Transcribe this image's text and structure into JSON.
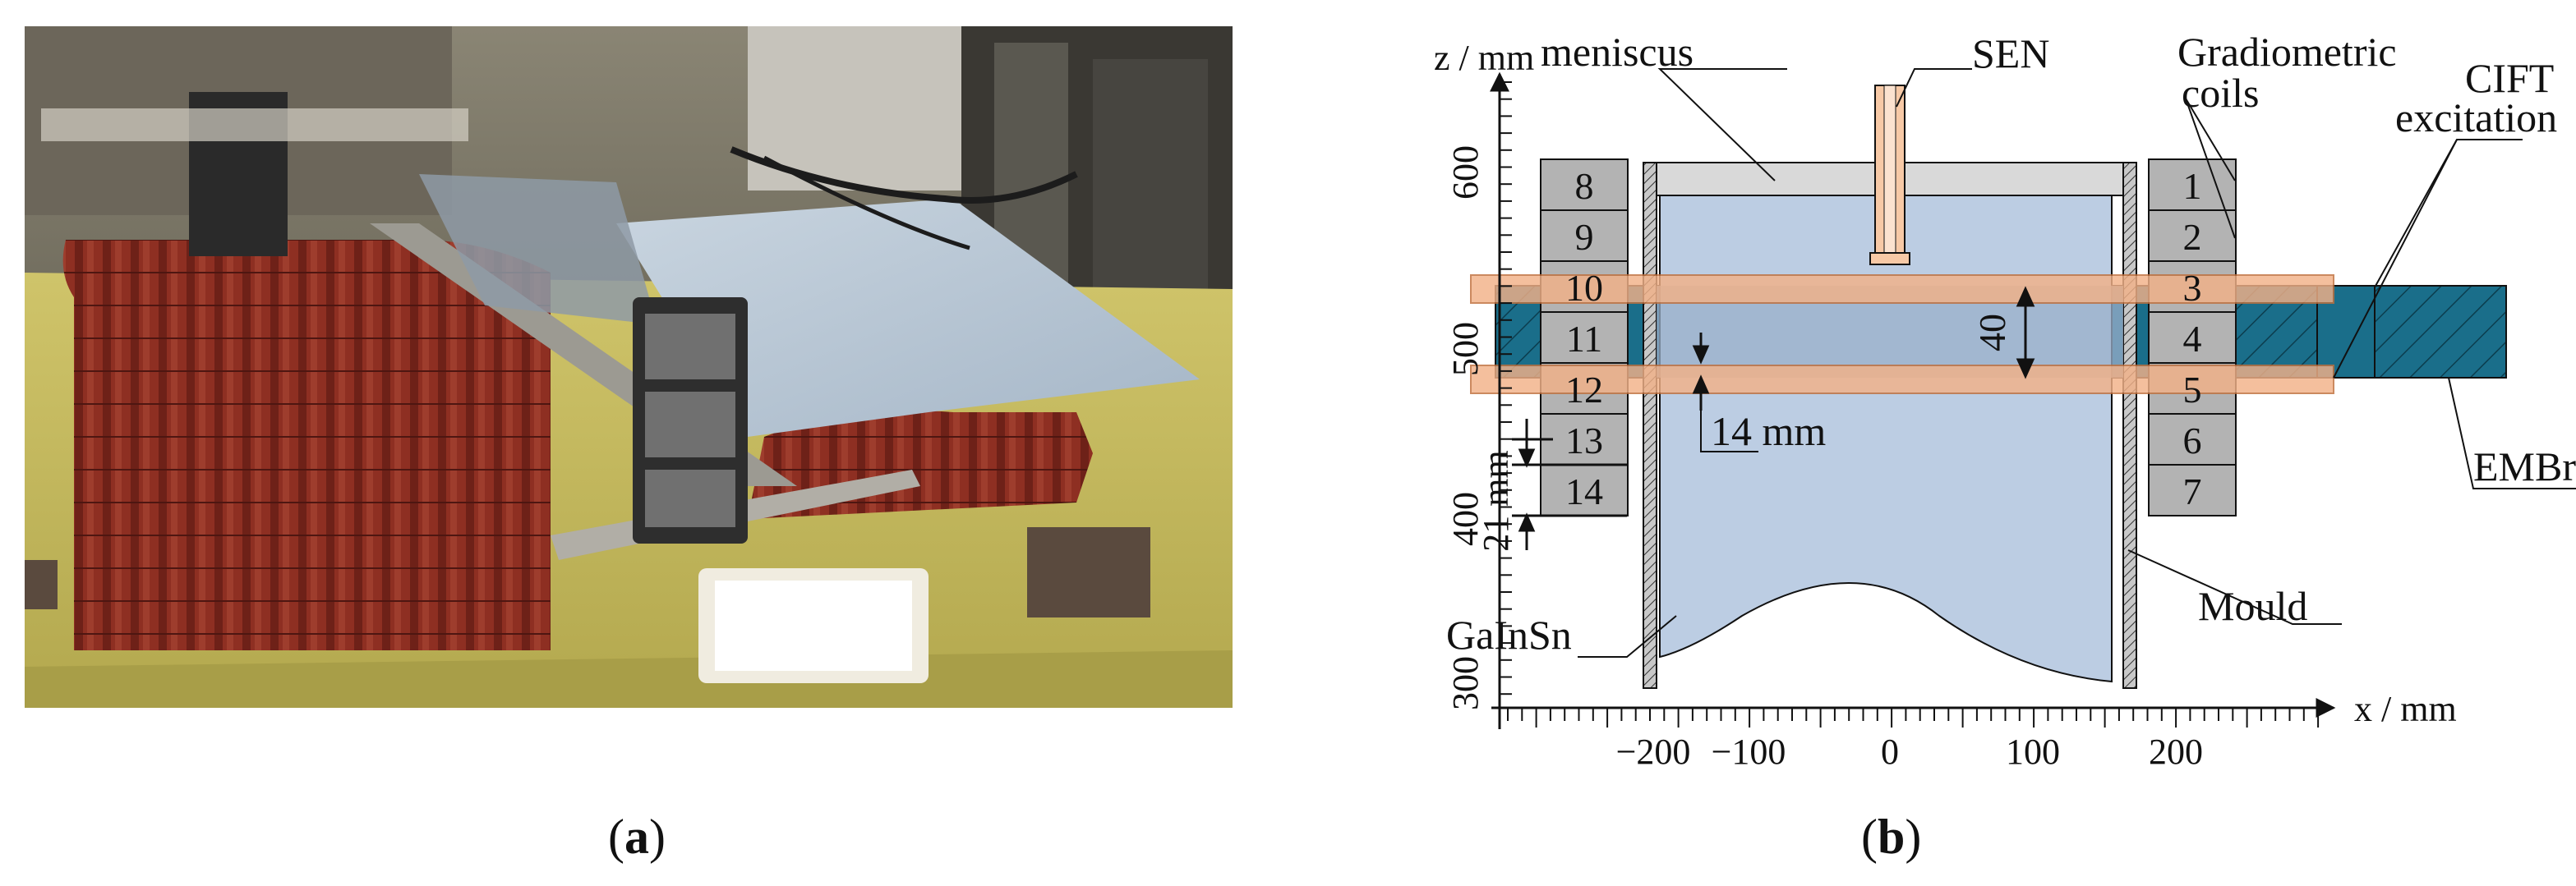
{
  "panel_a": {
    "caption_open": "(",
    "caption_letter": "a",
    "caption_close": ")"
  },
  "panel_b": {
    "caption_open": "(",
    "caption_letter": "b",
    "caption_close": ")",
    "axes": {
      "x_label": "x / mm",
      "z_label": "z / mm",
      "x_ticks": [
        "−200",
        "−100",
        "0",
        "100",
        "200"
      ],
      "z_ticks": [
        "600",
        "500",
        "400",
        "300"
      ]
    },
    "labels": {
      "meniscus": "meniscus",
      "sen": "SEN",
      "gradiometric_1": "Gradiometric",
      "gradiometric_2": "coils",
      "cift_1": "CIFT",
      "cift_2": "excitation",
      "embr": "EMBr",
      "mould": "Mould",
      "gainsn": "GaInSn",
      "dim_40": "40",
      "dim_14mm": "14 mm",
      "dim_21mm": "21 mm"
    },
    "coils_right": [
      "1",
      "2",
      "3",
      "4",
      "5",
      "6",
      "7"
    ],
    "coils_left": [
      "8",
      "9",
      "10",
      "11",
      "12",
      "13",
      "14"
    ],
    "colors": {
      "steel_blue": "#1a6e8a",
      "liquid_metal": "#bccde3",
      "sensor_gray": "#b3b3b3",
      "excitation_orange": "#f2b188",
      "sen_orange": "#f7c9a6"
    }
  }
}
